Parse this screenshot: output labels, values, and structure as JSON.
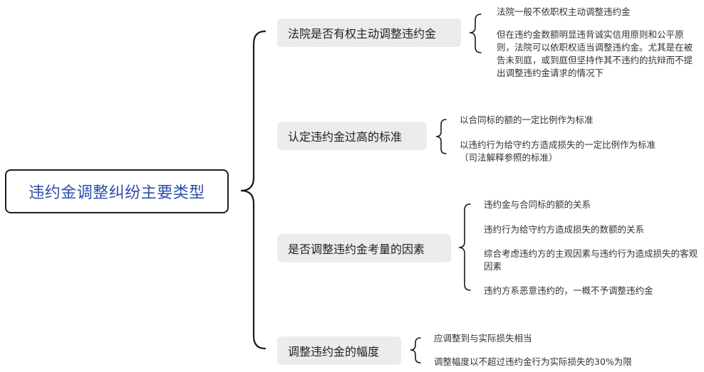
{
  "root": {
    "label": "违约金调整纠纷主要类型"
  },
  "branches": [
    {
      "label": "法院是否有权主动调整违约金",
      "leaves": [
        "法院一般不依职权主动调整违约金",
        "但在违约金数额明显违背诚实信用原则和公平原则，法院可以依职权适当调整违约金。尤其是在被告未到庭，或到庭但坚持作其不违约的抗辩而不提出调整违约金请求的情况下"
      ]
    },
    {
      "label": "认定违约金过高的标准",
      "leaves": [
        "以合同标的额的一定比例作为标准",
        "以违约行为给守约方造成损失的一定比例作为标准（司法解释参照的标准）"
      ]
    },
    {
      "label": "是否调整违约金考量的因素",
      "leaves": [
        "违约金与合同标的额的关系",
        "违约行为给守约方造成损失的数额的关系",
        "综合考虑违约方的主观因素与违约行为造成损失的客观因素",
        "违约方系恶意违约的，一概不予调整违约金"
      ]
    },
    {
      "label": "调整违约金的幅度",
      "leaves": [
        "应调整到与实际损失相当",
        "调整幅度以不超过违约金行为实际损失的30%为限"
      ]
    }
  ],
  "colors": {
    "root_text": "#2c4ea8",
    "branch_bg": "#ececec",
    "bracket": "#1a1a1a"
  }
}
